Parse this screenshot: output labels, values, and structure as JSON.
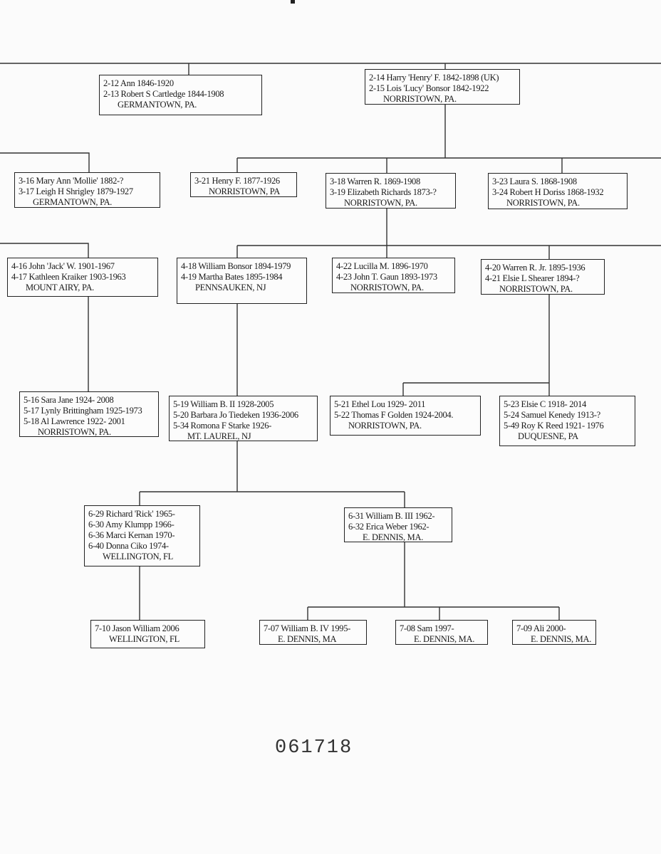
{
  "boxes": {
    "b212": {
      "lines": [
        "2-12  Ann         1846-1920",
        "2-13  Robert S Cartledge  1844-1908"
      ],
      "place": "GERMANTOWN,  PA."
    },
    "b214": {
      "lines": [
        "2-14 Harry 'Henry' F.  1842-1898 (UK)",
        "2-15 Lois 'Lucy' Bonsor 1842-1922"
      ],
      "place": "NORRISTOWN,  PA."
    },
    "b316": {
      "lines": [
        "3-16 Mary Ann 'Mollie' 1882-?",
        "3-17 Leigh H Shrigley   1879-1927"
      ],
      "place": "GERMANTOWN,  PA."
    },
    "b321": {
      "lines": [
        "3-21 Henry F.  1877-1926"
      ],
      "place": "NORRISTOWN,  PA"
    },
    "b318": {
      "lines": [
        "3-18 Warren R.  1869-1908",
        "3-19 Elizabeth Richards 1873-?"
      ],
      "place": "NORRISTOWN,  PA."
    },
    "b323": {
      "lines": [
        "3-23 Laura S.        1868-1908",
        "3-24 Robert H Doriss   1868-1932"
      ],
      "place": "NORRISTOWN,  PA."
    },
    "b416": {
      "lines": [
        "4-16 John 'Jack' W. 1901-1967",
        "4-17 Kathleen Kraiker 1903-1963"
      ],
      "place": "MOUNT AIRY,  PA."
    },
    "b418": {
      "lines": [
        "4-18 William Bonsor 1894-1979",
        "4-19 Martha Bates 1895-1984"
      ],
      "place": "PENNSAUKEN,  NJ"
    },
    "b422": {
      "lines": [
        "4-22 Lucilla M.  1896-1970",
        "4-23 John T. Gaun 1893-1973"
      ],
      "place": "NORRISTOWN,  PA."
    },
    "b420": {
      "lines": [
        "4-20 Warren R. Jr. 1895-1936",
        "4-21 Elsie L Shearer 1894-?"
      ],
      "place": "NORRISTOWN,  PA."
    },
    "b516": {
      "lines": [
        "5-16 Sara Jane  1924- 2008",
        "5-17 Lynly Brittingham 1925-1973",
        "5-18 Al Lawrence   1922-  2001"
      ],
      "place": "NORRISTOWN,  PA."
    },
    "b519": {
      "lines": [
        "5-19 William B. II  1928-2005",
        "5-20 Barbara Jo Tiedeken  1936-2006",
        "5-34 Romona  F Starke   1926-"
      ],
      "place": "MT.  LAUREL,  NJ"
    },
    "b521": {
      "lines": [
        "5-21 Ethel Lou  1929-  2011",
        "5-22 Thomas F Golden  1924-2004."
      ],
      "place": "NORRISTOWN,  PA."
    },
    "b523": {
      "lines": [
        "5-23  Elsie  C   1918-  2014",
        "5-24  Samuel Kenedy 1913-?",
        "5-49  Roy K Reed   1921- 1976"
      ],
      "place": "DUQUESNE,  PA"
    },
    "b629": {
      "lines": [
        "6-29 Richard 'Rick'  1965-",
        "6-30 Amy Klumpp 1966-",
        "6-36 Marci Kernan 1970-",
        "6-40  Donna Ciko  1974-"
      ],
      "place": "WELLINGTON, FL"
    },
    "b631": {
      "lines": [
        "6-31 William B. III  1962-",
        "6-32 Erica Weber  1962-"
      ],
      "place": "E.  DENNIS,  MA."
    },
    "b710": {
      "lines": [
        "7-10  Jason William  2006"
      ],
      "place": "WELLINGTON, FL"
    },
    "b707": {
      "lines": [
        "7-07 William B. IV  1995-"
      ],
      "place": "E.  DENNIS,  MA"
    },
    "b708": {
      "lines": [
        "7-08 Sam  1997-"
      ],
      "place": "E.  DENNIS, MA."
    },
    "b709": {
      "lines": [
        "7-09 Ali  2000-"
      ],
      "place": "E. DENNIS,  MA."
    }
  },
  "stamp": "061718"
}
